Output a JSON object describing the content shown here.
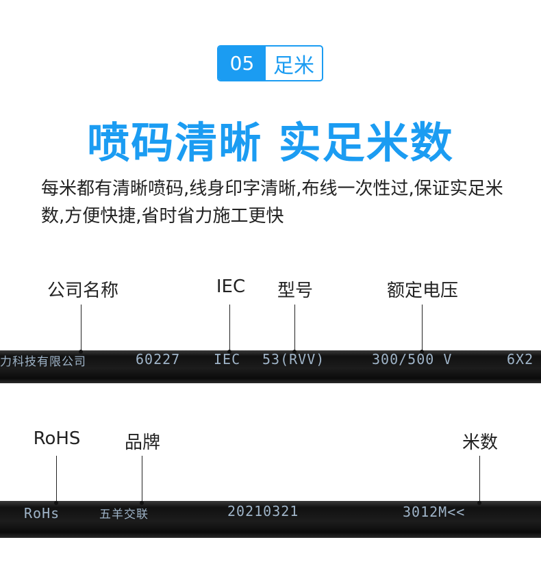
{
  "badge": {
    "number": "05",
    "label": "足米"
  },
  "title": "喷码清晰 实足米数",
  "description": "每米都有清晰喷码,线身印字清晰,布线一次性过,保证实足米数,方便快捷,省时省力施工更快",
  "cable1": {
    "labels": [
      "公司名称",
      "IEC",
      "型号",
      "额定电压"
    ],
    "print": [
      "力科技有限公司",
      "60227",
      "IEC",
      "53(RVV)",
      "300/500 V",
      "6X2"
    ]
  },
  "cable2": {
    "labels": [
      "RoHS",
      "品牌",
      "米数"
    ],
    "print": [
      "RoHs",
      "五羊交联",
      "20210321",
      "3012M<<"
    ]
  },
  "colors": {
    "accent": "#1b9cf2",
    "cable": "#111111",
    "print": "#9fb4c8"
  }
}
